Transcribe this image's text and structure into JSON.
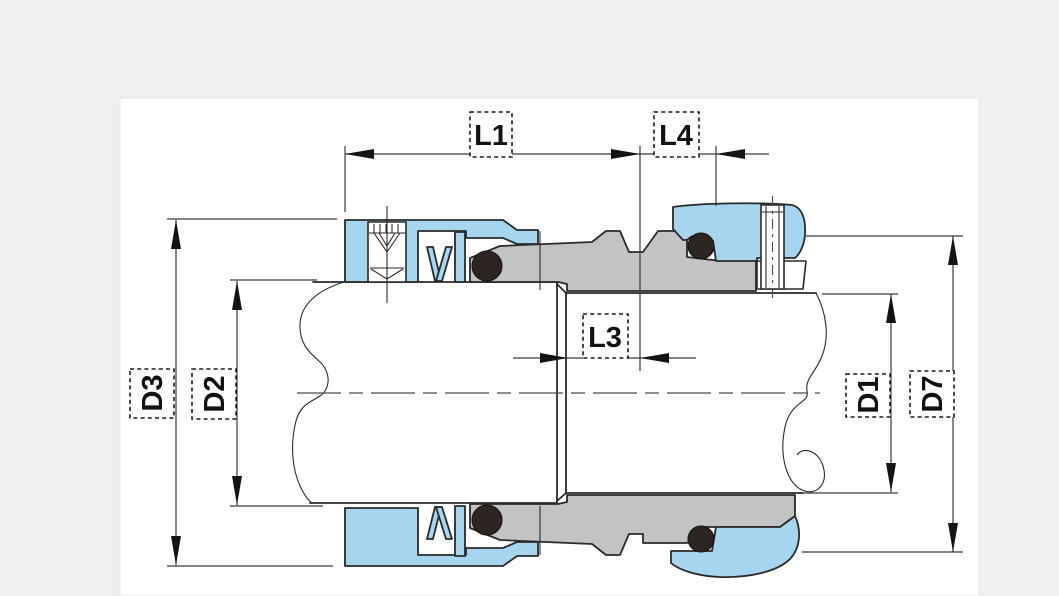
{
  "diagram": {
    "kind": "mechanical-seal-cross-section-drawing",
    "labels": {
      "l1": "L1",
      "l4": "L4",
      "l3": "L3",
      "d3": "D3",
      "d2": "D2",
      "d1": "D1",
      "d7": "D7"
    },
    "colors": {
      "bg": "#efefef",
      "panel": "#ffffff",
      "blue": "#a6d5ef",
      "gray": "#c2c3c4",
      "oring": "#2d2522",
      "line": "#2a2a2a",
      "dim": "#3a3a3a"
    }
  }
}
